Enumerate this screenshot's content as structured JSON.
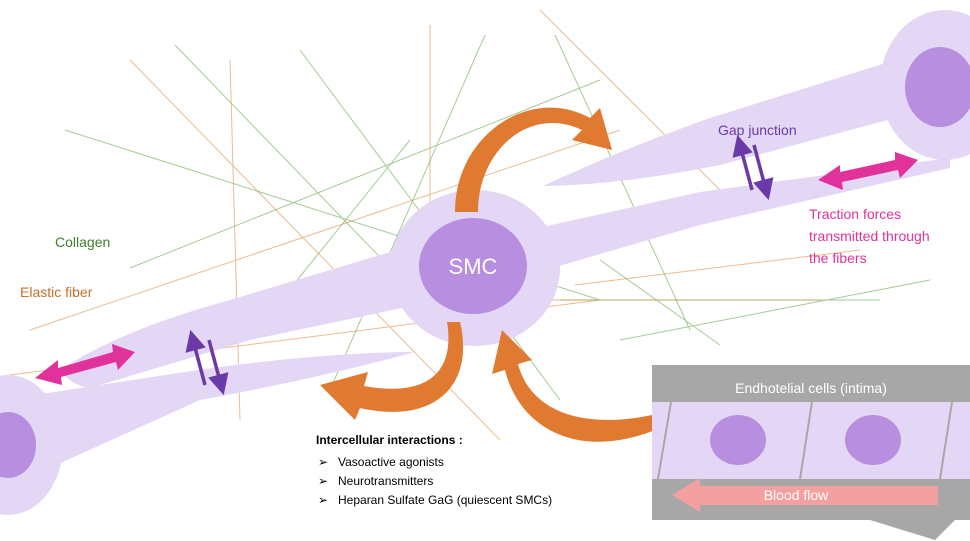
{
  "labels": {
    "center_cell": "SMC",
    "gap_junction": "Gap junction",
    "traction_forces": [
      "Traction forces",
      "transmitted through",
      "the fibers"
    ],
    "collagen": "Collagen",
    "elastic_fiber": "Elastic fiber",
    "endothelial": "Endhotelial cells (intima)",
    "blood_flow": "Blood flow"
  },
  "interactions": {
    "title": "Intercellular interactions :",
    "items": [
      "Vasoactive agonists",
      "Neurotransmitters",
      "Heparan Sulfate GaG (quiescent SMCs)"
    ]
  },
  "colors": {
    "cell_body": "#e3d7f5",
    "nucleus": "#b78ee0",
    "collagen": "#6aa84f",
    "elastic": "#d9853b",
    "orange_arrow": "#e07a30",
    "purple_arrow": "#6a3aa8",
    "magenta_arrow": "#e0329a",
    "panel_gray": "#a7a7a7",
    "blood_flow": "#f5a0a0"
  }
}
